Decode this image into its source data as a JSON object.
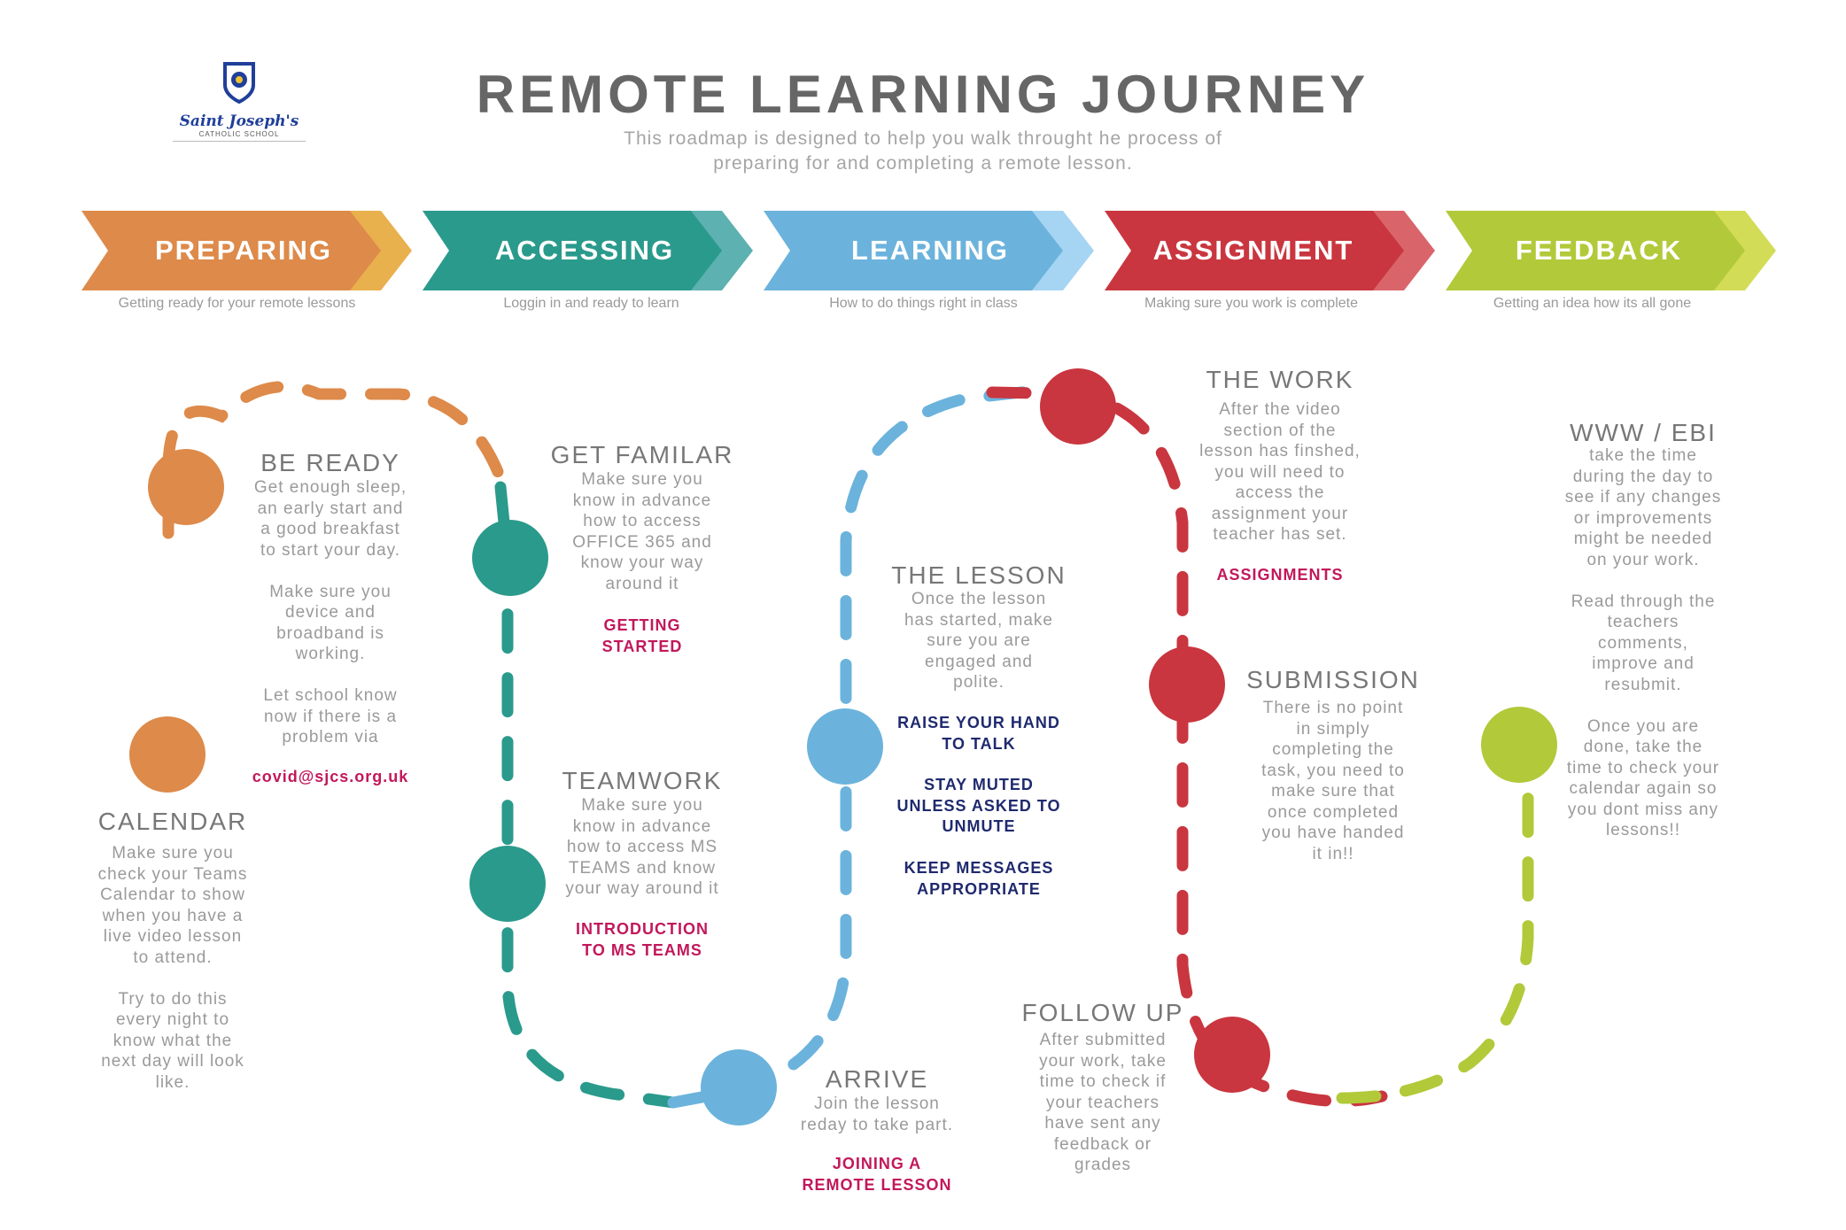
{
  "header": {
    "logo_name": "Saint Joseph's",
    "logo_sub": "CATHOLIC SCHOOL",
    "title": "REMOTE LEARNING JOURNEY",
    "subtitle_line1": "This roadmap is designed to help you walk throught he process of",
    "subtitle_line2": "preparing for and completing a remote lesson."
  },
  "stages": [
    {
      "label": "PREPARING",
      "caption": "Getting ready for your remote lessons",
      "color": "#dd8a4a",
      "color_light": "#e9b04e"
    },
    {
      "label": "ACCESSING",
      "caption": "Loggin in and ready to learn",
      "color": "#2a9a8c",
      "color_light": "#5db1b0"
    },
    {
      "label": "LEARNING",
      "caption": "How to do things right in class",
      "color": "#6bb3dc",
      "color_light": "#a6d4f3"
    },
    {
      "label": "ASSIGNMENT",
      "caption": "Making sure you work is complete",
      "color": "#c9363f",
      "color_light": "#d9656a"
    },
    {
      "label": "FEEDBACK",
      "caption": "Getting an idea how its all gone",
      "color": "#b2c93a",
      "color_light": "#d3dc56"
    }
  ],
  "steps": {
    "be_ready": {
      "title": "BE READY",
      "text": [
        "Get enough sleep,",
        "an early start and",
        "a good breakfast",
        "to start your day.",
        "",
        "Make sure you",
        "device and",
        "broadband is",
        "working.",
        "",
        "Let school know",
        "now if there is a",
        "problem via"
      ],
      "link": [
        "covid@sjcs.org.uk"
      ]
    },
    "calendar": {
      "title": "CALENDAR",
      "text": [
        "Make sure you",
        "check your Teams",
        "Calendar to show",
        "when you have a",
        "live video lesson",
        "to attend.",
        "",
        "Try to do this",
        "every night to",
        "know what the",
        "next day will look",
        "like."
      ]
    },
    "get_familiar": {
      "title": "GET FAMILAR",
      "text": [
        "Make sure you",
        "know in advance",
        "how to access",
        "OFFICE 365 and",
        "know your way",
        "around it"
      ],
      "link": [
        "GETTING",
        "STARTED"
      ]
    },
    "teamwork": {
      "title": "TEAMWORK",
      "text": [
        "Make sure you",
        "know in advance",
        "how to access MS",
        "TEAMS and know",
        "your way around it"
      ],
      "link": [
        "INTRODUCTION",
        "TO MS TEAMS"
      ]
    },
    "arrive": {
      "title": "ARRIVE",
      "text": [
        "Join the lesson",
        "reday to take part."
      ],
      "link": [
        "JOINING A",
        "REMOTE LESSON"
      ]
    },
    "the_lesson": {
      "title": "THE LESSON",
      "text": [
        "Once the lesson",
        "has started, make",
        "sure you are",
        "engaged and",
        "polite."
      ],
      "rules": [
        [
          "RAISE YOUR HAND",
          "TO TALK"
        ],
        [
          "STAY MUTED",
          "UNLESS ASKED TO",
          "UNMUTE"
        ],
        [
          "KEEP MESSAGES",
          "APPROPRIATE"
        ]
      ]
    },
    "the_work": {
      "title": "THE WORK",
      "text": [
        "After the video",
        "section of the",
        "lesson has finshed,",
        "you will need to",
        "access the",
        "assignment your",
        "teacher has set."
      ],
      "link": [
        "ASSIGNMENTS"
      ]
    },
    "submission": {
      "title": "SUBMISSION",
      "text": [
        "There is no point",
        "in simply",
        "completing the",
        "task, you need to",
        "make sure that",
        "once completed",
        "you have handed",
        "it in!!"
      ]
    },
    "follow_up": {
      "title": "FOLLOW UP",
      "text": [
        "After submitted",
        "your work, take",
        "time to check  if",
        "your teachers",
        "have sent any",
        "feedback or",
        "grades"
      ]
    },
    "www_ebi": {
      "title": "WWW / EBI",
      "text": [
        "take the time",
        "during the day to",
        "see if any changes",
        "or improvements",
        "might be needed",
        "on your work.",
        "",
        "Read through the",
        "teachers",
        "comments,",
        "improve and",
        "resubmit.",
        "",
        "Once you are",
        "done, take the",
        "time to check your",
        "calendar again so",
        "you dont miss any",
        "lessons!!"
      ]
    }
  },
  "colors": {
    "orange": "#dd8a4a",
    "teal": "#2a9a8c",
    "blue": "#6bb3dc",
    "red": "#c9363f",
    "green": "#b2c93a",
    "link_red": "#c2185b",
    "link_navy": "#1f2a6e"
  }
}
